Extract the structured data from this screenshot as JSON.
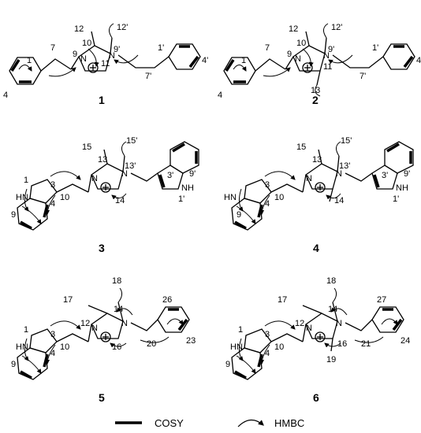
{
  "compounds": [
    {
      "id": "1",
      "labels": {
        "a": "12",
        "b": "12'",
        "c": "10",
        "d": "9'",
        "e": "7",
        "f": "9",
        "g": "N",
        "h": "N",
        "i": "1'",
        "j": "1",
        "k": "11",
        "l": "4",
        "m": "7'",
        "n": "4'"
      }
    },
    {
      "id": "2",
      "labels": {
        "a": "12",
        "b": "12'",
        "c": "10",
        "d": "9'",
        "e": "7",
        "f": "9",
        "g": "N",
        "h": "N",
        "i": "1'",
        "j": "1",
        "k": "11",
        "l": "4",
        "m": "7'",
        "n": "4'",
        "o": "13"
      }
    },
    {
      "id": "3",
      "labels": {
        "a": "15'",
        "b": "15",
        "c": "13",
        "d": "13'",
        "e": "N",
        "f": "N",
        "g": "3'",
        "h": "9'",
        "i": "1",
        "j": "HN",
        "k": "3",
        "l": "10",
        "m": "14",
        "n": "NH",
        "o": "1'",
        "p": "4",
        "q": "9"
      }
    },
    {
      "id": "4",
      "labels": {
        "a": "15'",
        "b": "15",
        "c": "13",
        "d": "13'",
        "e": "N",
        "f": "N",
        "g": "3'",
        "h": "9'",
        "i": "HN",
        "j": "3",
        "k": "10",
        "l": "14",
        "m": "NH",
        "n": "1'",
        "o": "9",
        "p": "4"
      }
    },
    {
      "id": "5",
      "labels": {
        "a": "18",
        "b": "17",
        "c": "14",
        "d": "12",
        "e": "N",
        "f": "N",
        "g": "26",
        "h": "1",
        "i": "3",
        "j": "HN",
        "k": "10",
        "l": "20",
        "m": "16",
        "n": "23",
        "o": "9",
        "p": "4"
      }
    },
    {
      "id": "6",
      "labels": {
        "a": "18",
        "b": "17",
        "c": "14",
        "d": "12",
        "e": "N",
        "f": "N",
        "g": "27",
        "h": "1",
        "i": "3",
        "j": "HN",
        "k": "10",
        "l": "21",
        "m": "16",
        "n": "24",
        "o": "4",
        "p": "9",
        "q": "19"
      }
    }
  ],
  "legend": {
    "cosy": "COSY",
    "hmbc": "HMBC"
  }
}
